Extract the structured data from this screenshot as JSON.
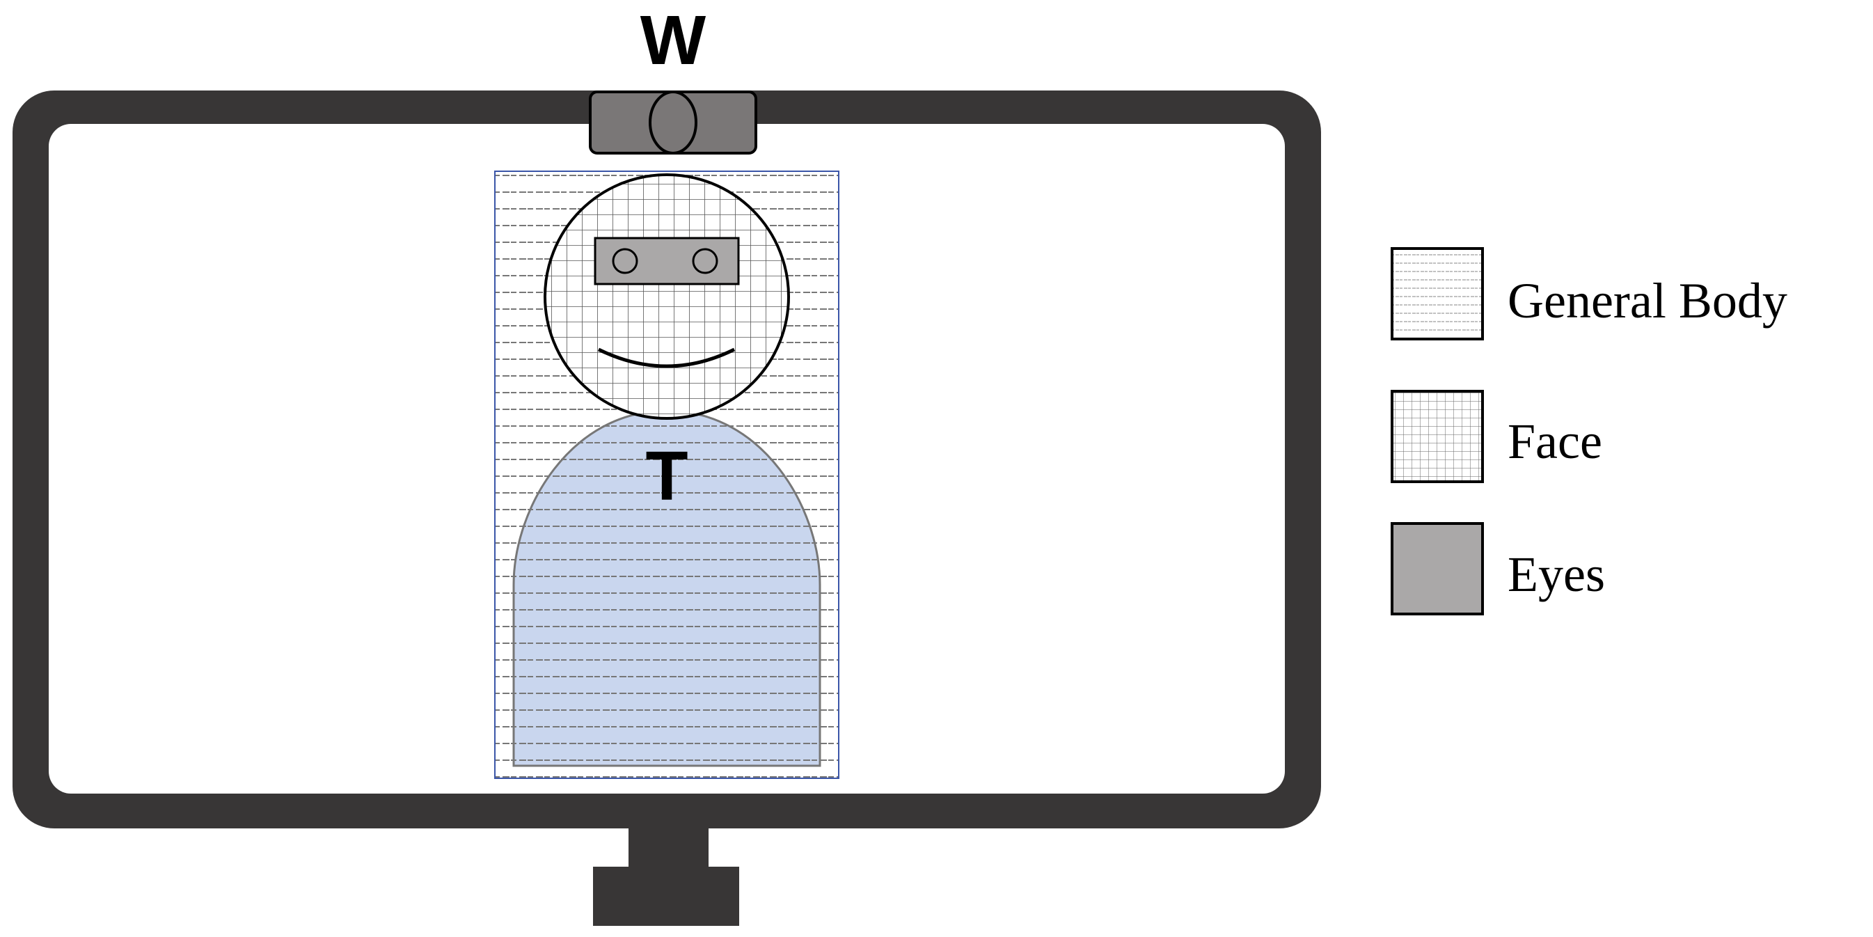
{
  "labels": {
    "webcam": "W",
    "target": "T"
  },
  "legend": {
    "items": [
      {
        "label": "General Body",
        "pattern": "dashed-lines",
        "fill": "#ffffff"
      },
      {
        "label": "Face",
        "pattern": "grid",
        "fill": "#ffffff"
      },
      {
        "label": "Eyes",
        "pattern": "solid",
        "fill": "#aaa8a8"
      }
    ]
  },
  "colors": {
    "monitor_frame": "#383636",
    "webcam_body": "#7a7777",
    "body_fill": "#c9d6ee",
    "body_outline": "#3a55a8",
    "eyes_fill": "#aaa8a8",
    "ink": "#000000"
  },
  "icons": {
    "monitor": "monitor-icon",
    "webcam": "webcam-icon",
    "person": "person-figure"
  }
}
